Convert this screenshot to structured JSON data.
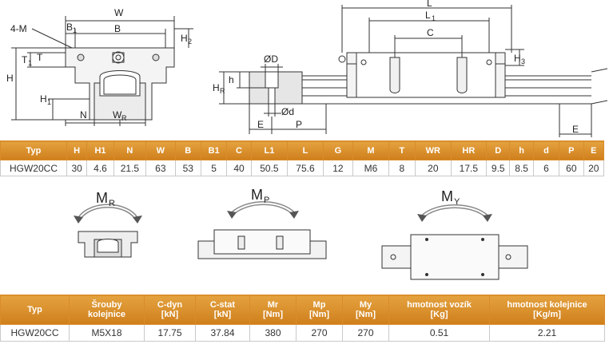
{
  "drawing_labels": {
    "W": "W",
    "B1": "B",
    "B1_sub": "1",
    "B": "B",
    "four_m": "4-M",
    "T1": "T",
    "T1_sub": "1",
    "T": "T",
    "H": "H",
    "H1": "H",
    "H1_sub": "1",
    "H2": "H",
    "H2_sub": "2",
    "N": "N",
    "WR": "W",
    "WR_sub": "R",
    "L1": "L",
    "L1_sub": "1",
    "L": "L",
    "C": "C",
    "H3": "H",
    "H3_sub": "3",
    "D": "ØD",
    "d": "Ød",
    "h": "h",
    "HR": "H",
    "HR_sub": "R",
    "E": "E",
    "P": "P",
    "E2": "E"
  },
  "moments": {
    "mr": {
      "letter": "M",
      "sub": "R"
    },
    "mp": {
      "letter": "M",
      "sub": "P"
    },
    "my": {
      "letter": "M",
      "sub": "Y"
    }
  },
  "table1": {
    "headers": [
      "Typ",
      "H",
      "H1",
      "N",
      "W",
      "B",
      "B1",
      "C",
      "L1",
      "L",
      "G",
      "M",
      "T",
      "WR",
      "HR",
      "D",
      "h",
      "d",
      "P",
      "E"
    ],
    "row": [
      "HGW20CC",
      "30",
      "4.6",
      "21.5",
      "63",
      "53",
      "5",
      "40",
      "50.5",
      "75.6",
      "12",
      "M6",
      "8",
      "20",
      "17.5",
      "9.5",
      "8.5",
      "6",
      "60",
      "20"
    ]
  },
  "table2": {
    "headers": [
      {
        "l1": "Typ",
        "l2": ""
      },
      {
        "l1": "Šrouby",
        "l2": "kolejnice"
      },
      {
        "l1": "C-dyn",
        "l2": "[kN]"
      },
      {
        "l1": "C-stat",
        "l2": "[kN]"
      },
      {
        "l1": "Mr",
        "l2": "[Nm]"
      },
      {
        "l1": "Mp",
        "l2": "[Nm]"
      },
      {
        "l1": "My",
        "l2": "[Nm]"
      },
      {
        "l1": "hmotnost vozík",
        "l2": "[Kg]"
      },
      {
        "l1": "hmotnost kolejnice",
        "l2": "[Kg/m]"
      }
    ],
    "row": [
      "HGW20CC",
      "M5X18",
      "17.75",
      "37.84",
      "380",
      "270",
      "270",
      "0.51",
      "2.21"
    ]
  },
  "colors": {
    "header_orange": "#d98c2a",
    "part_gray": "#e6e6e6",
    "line": "#333333"
  }
}
